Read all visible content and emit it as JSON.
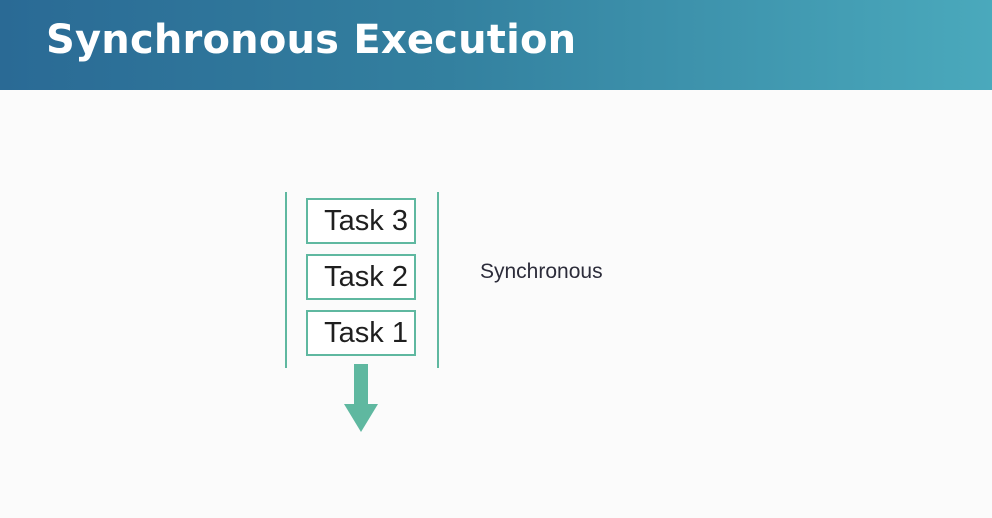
{
  "slide": {
    "title": "Synchronous Execution"
  },
  "diagram": {
    "tasks": [
      "Task 3",
      "Task 2",
      "Task 1"
    ],
    "label": "Synchronous",
    "colors": {
      "accent": "#5fb8a0",
      "header_start": "#2a6a95",
      "header_end": "#4aa9bc"
    },
    "arrow_icon": "arrow-down-icon"
  }
}
